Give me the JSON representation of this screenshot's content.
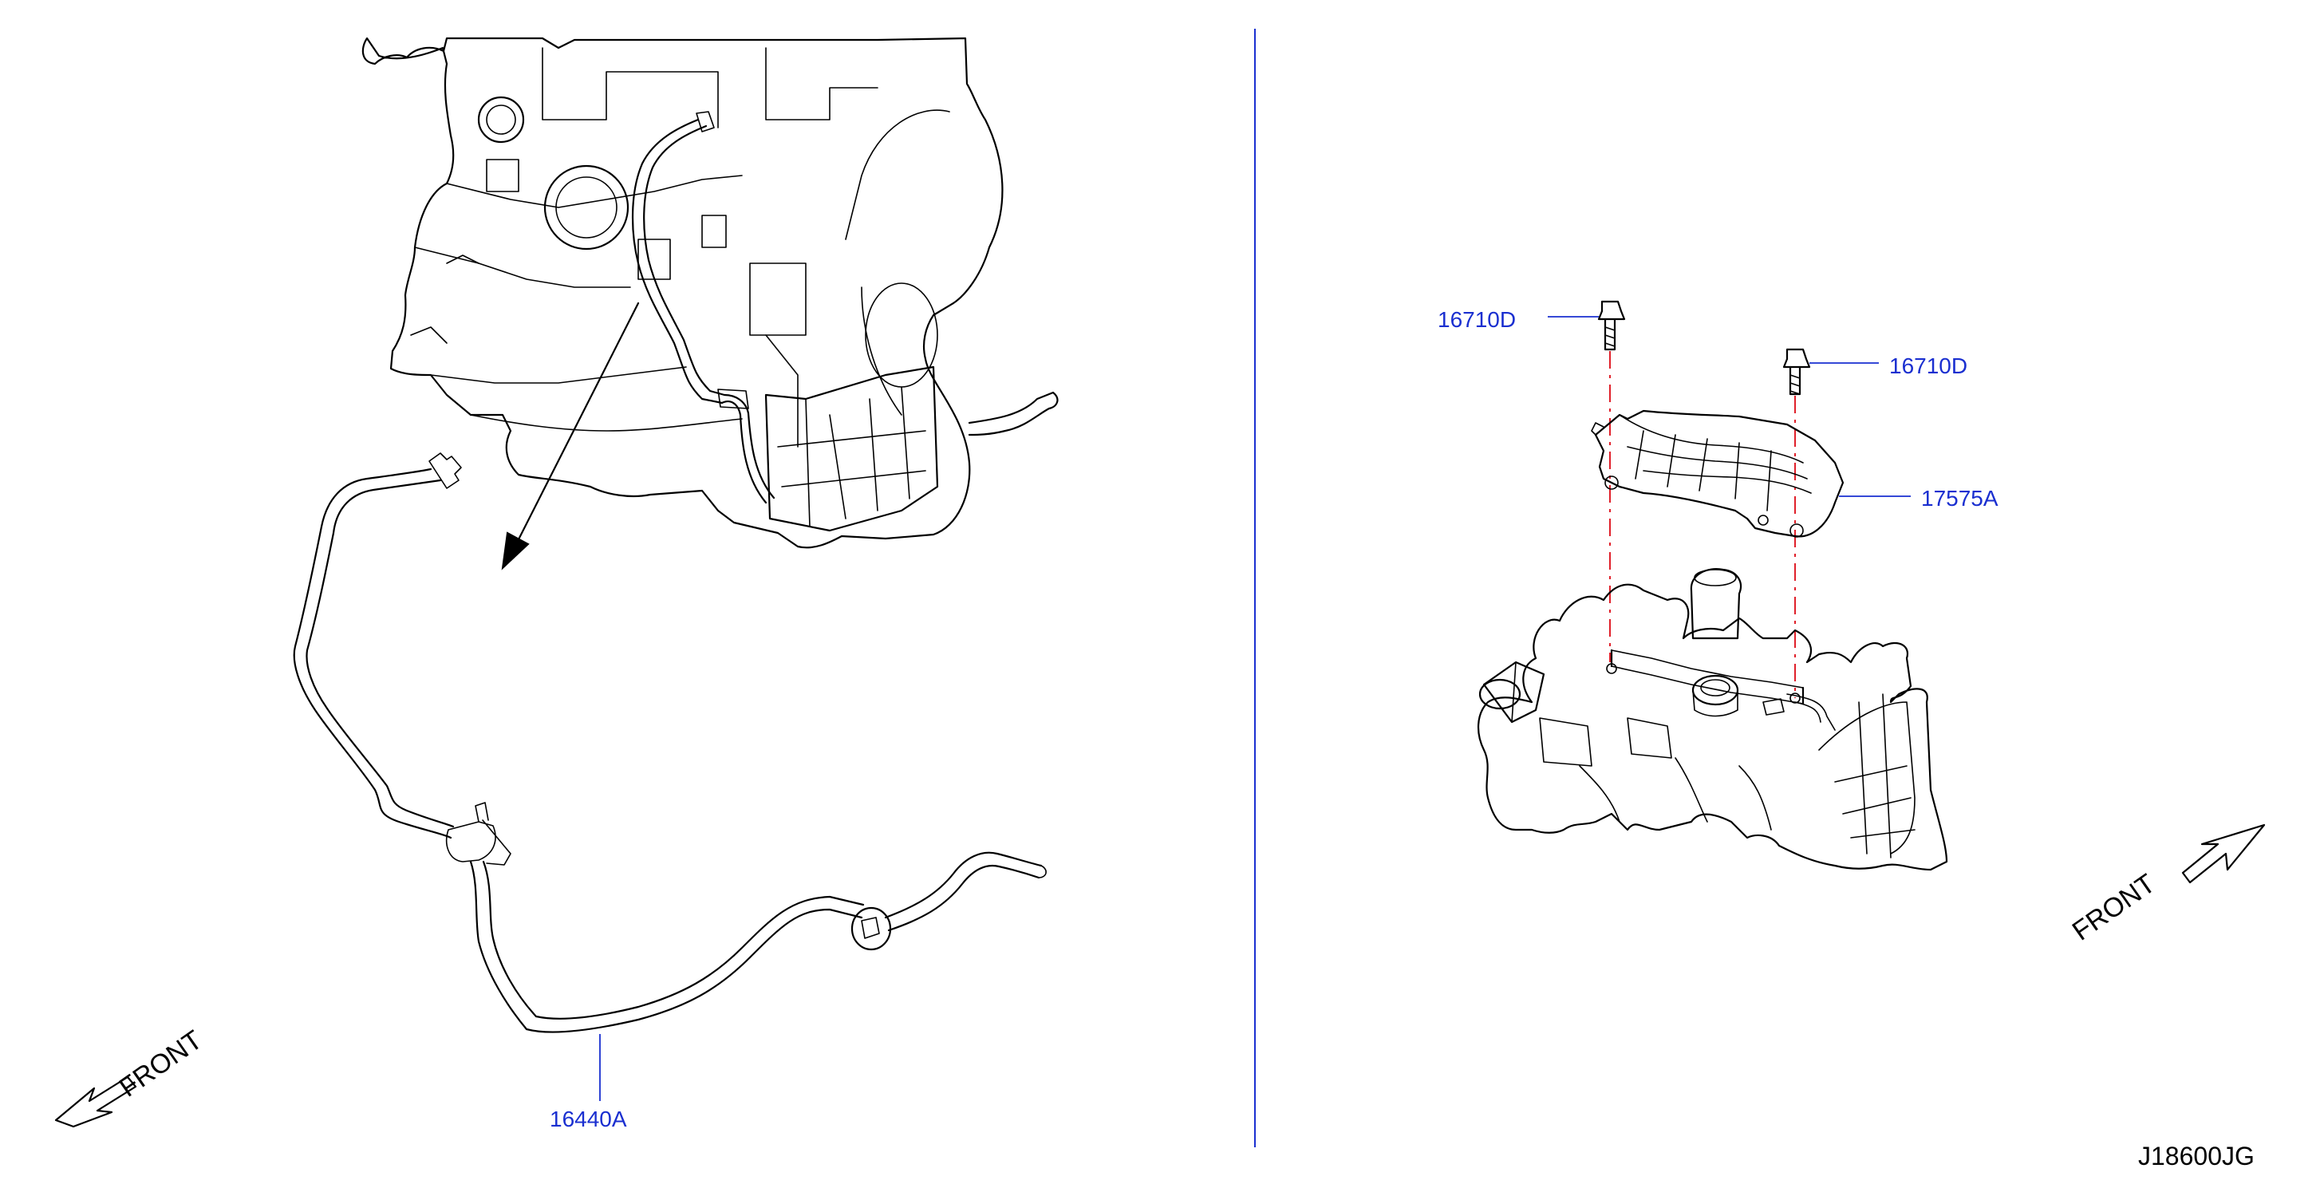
{
  "diagram": {
    "colors": {
      "part_label": "#1a2fd0",
      "leader_line": "#1a2fd0",
      "divider_line": "#1a2fd0",
      "alignment_dash": "#e0202a",
      "linework": "#000000"
    },
    "parts": {
      "hose": "16440A",
      "bolt_left": "16710D",
      "bolt_right": "16710D",
      "cover": "17575A"
    },
    "front_markers": {
      "left": "FRONT",
      "right": "FRONT"
    },
    "drawing_code": "J18600JG"
  }
}
